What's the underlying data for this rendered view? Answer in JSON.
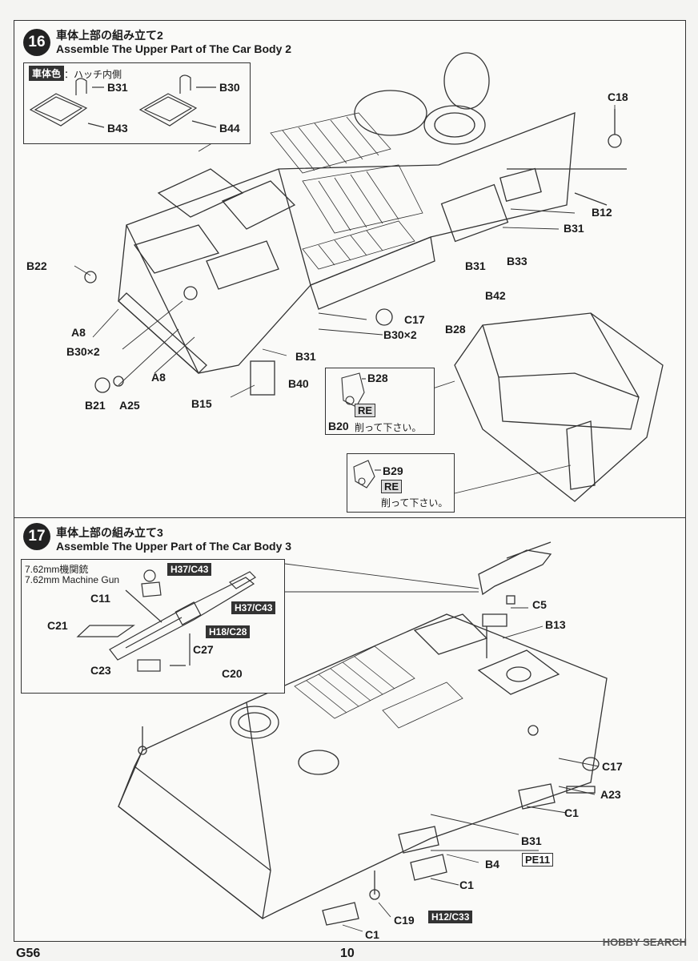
{
  "step16": {
    "number": "16",
    "title_jp": "車体上部の組み立て2",
    "title_en": "Assemble The Upper Part of The Car Body 2",
    "body_color_tag": "車体色",
    "body_color_note": "：ハッチ内側",
    "inset_labels": [
      "B31",
      "B30",
      "B43",
      "B44"
    ],
    "part_labels": [
      "C18",
      "B12",
      "B31",
      "B33",
      "B31",
      "B22",
      "A8",
      "B30×2",
      "A8",
      "B21",
      "A25",
      "B15",
      "B40",
      "B31",
      "C17",
      "B30×2",
      "B42",
      "B28"
    ],
    "detail1": {
      "part": "B28",
      "part2": "B20",
      "re": "RE",
      "note": "削って下さい。"
    },
    "detail2": {
      "part": "B29",
      "re": "RE",
      "note": "削って下さい。"
    }
  },
  "step17": {
    "number": "17",
    "title_jp": "車体上部の組み立て3",
    "title_en": "Assemble The Upper Part of The Car Body 3",
    "mg_title_jp": "7.62mm機関銃",
    "mg_title_en": "7.62mm Machine Gun",
    "mg_tags": [
      "H37/C43",
      "H37/C43",
      "H18/C28"
    ],
    "mg_labels": [
      "C11",
      "C21",
      "C27",
      "C23",
      "C20"
    ],
    "part_labels": [
      "C5",
      "B13",
      "C17",
      "A23",
      "C1",
      "B31",
      "B4",
      "C1",
      "C19",
      "C1"
    ],
    "pe_tag": "PE11",
    "h_tag": "H12/C33"
  },
  "footer": {
    "left": "G56",
    "center": "10"
  },
  "watermark": "HOBBY SEARCH"
}
